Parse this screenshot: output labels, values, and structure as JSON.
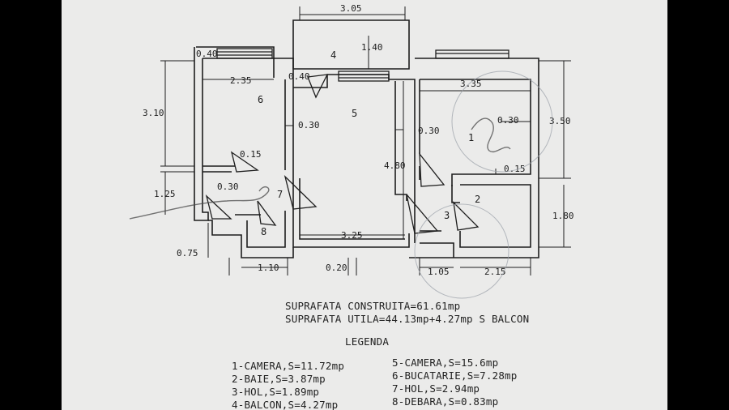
{
  "plan": {
    "dims": {
      "top_width": "3.05",
      "balcony_depth": "1.40",
      "wall_040_top": "0.40",
      "wall_040_mid": "0.40",
      "kitchen_width": "2.35",
      "kitchen_height": "3.10",
      "wall_030_a": "0.30",
      "wall_030_b": "0.30",
      "wall_030_c": "0.30",
      "wall_030_d": "0.30",
      "wall_015_a": "0.15",
      "wall_015_b": "0.15",
      "room1_width": "3.35",
      "room1_height": "3.50",
      "room5_height": "4.80",
      "hall_height": "1.25",
      "bath_height": "1.80",
      "room5_width": "3.25",
      "pantry_offset": "0.75",
      "pantry_width": "1.10",
      "wall_020": "0.20",
      "hall3_width": "1.05",
      "bath_width": "2.15"
    },
    "rooms": {
      "r1": "1",
      "r2": "2",
      "r3": "3",
      "r4": "4",
      "r5": "5",
      "r6": "6",
      "r7": "7",
      "r8": "8"
    }
  },
  "summary": {
    "built_area": "SUPRAFATA CONSTRUITA=61.61mp",
    "usable_area": "SUPRAFATA UTILA=44.13mp+4.27mp S BALCON"
  },
  "legend": {
    "title": "LEGENDA",
    "left": [
      "1-CAMERA,S=11.72mp",
      "2-BAIE,S=3.87mp",
      "3-HOL,S=1.89mp",
      "4-BALCON,S=4.27mp"
    ],
    "right": [
      "5-CAMERA,S=15.6mp",
      "6-BUCATARIE,S=7.28mp",
      "7-HOL,S=2.94mp",
      "8-DEBARA,S=0.83mp"
    ]
  },
  "colors": {
    "paper": "#ebebea",
    "ink": "#1d1d1d",
    "background": "#000000"
  }
}
